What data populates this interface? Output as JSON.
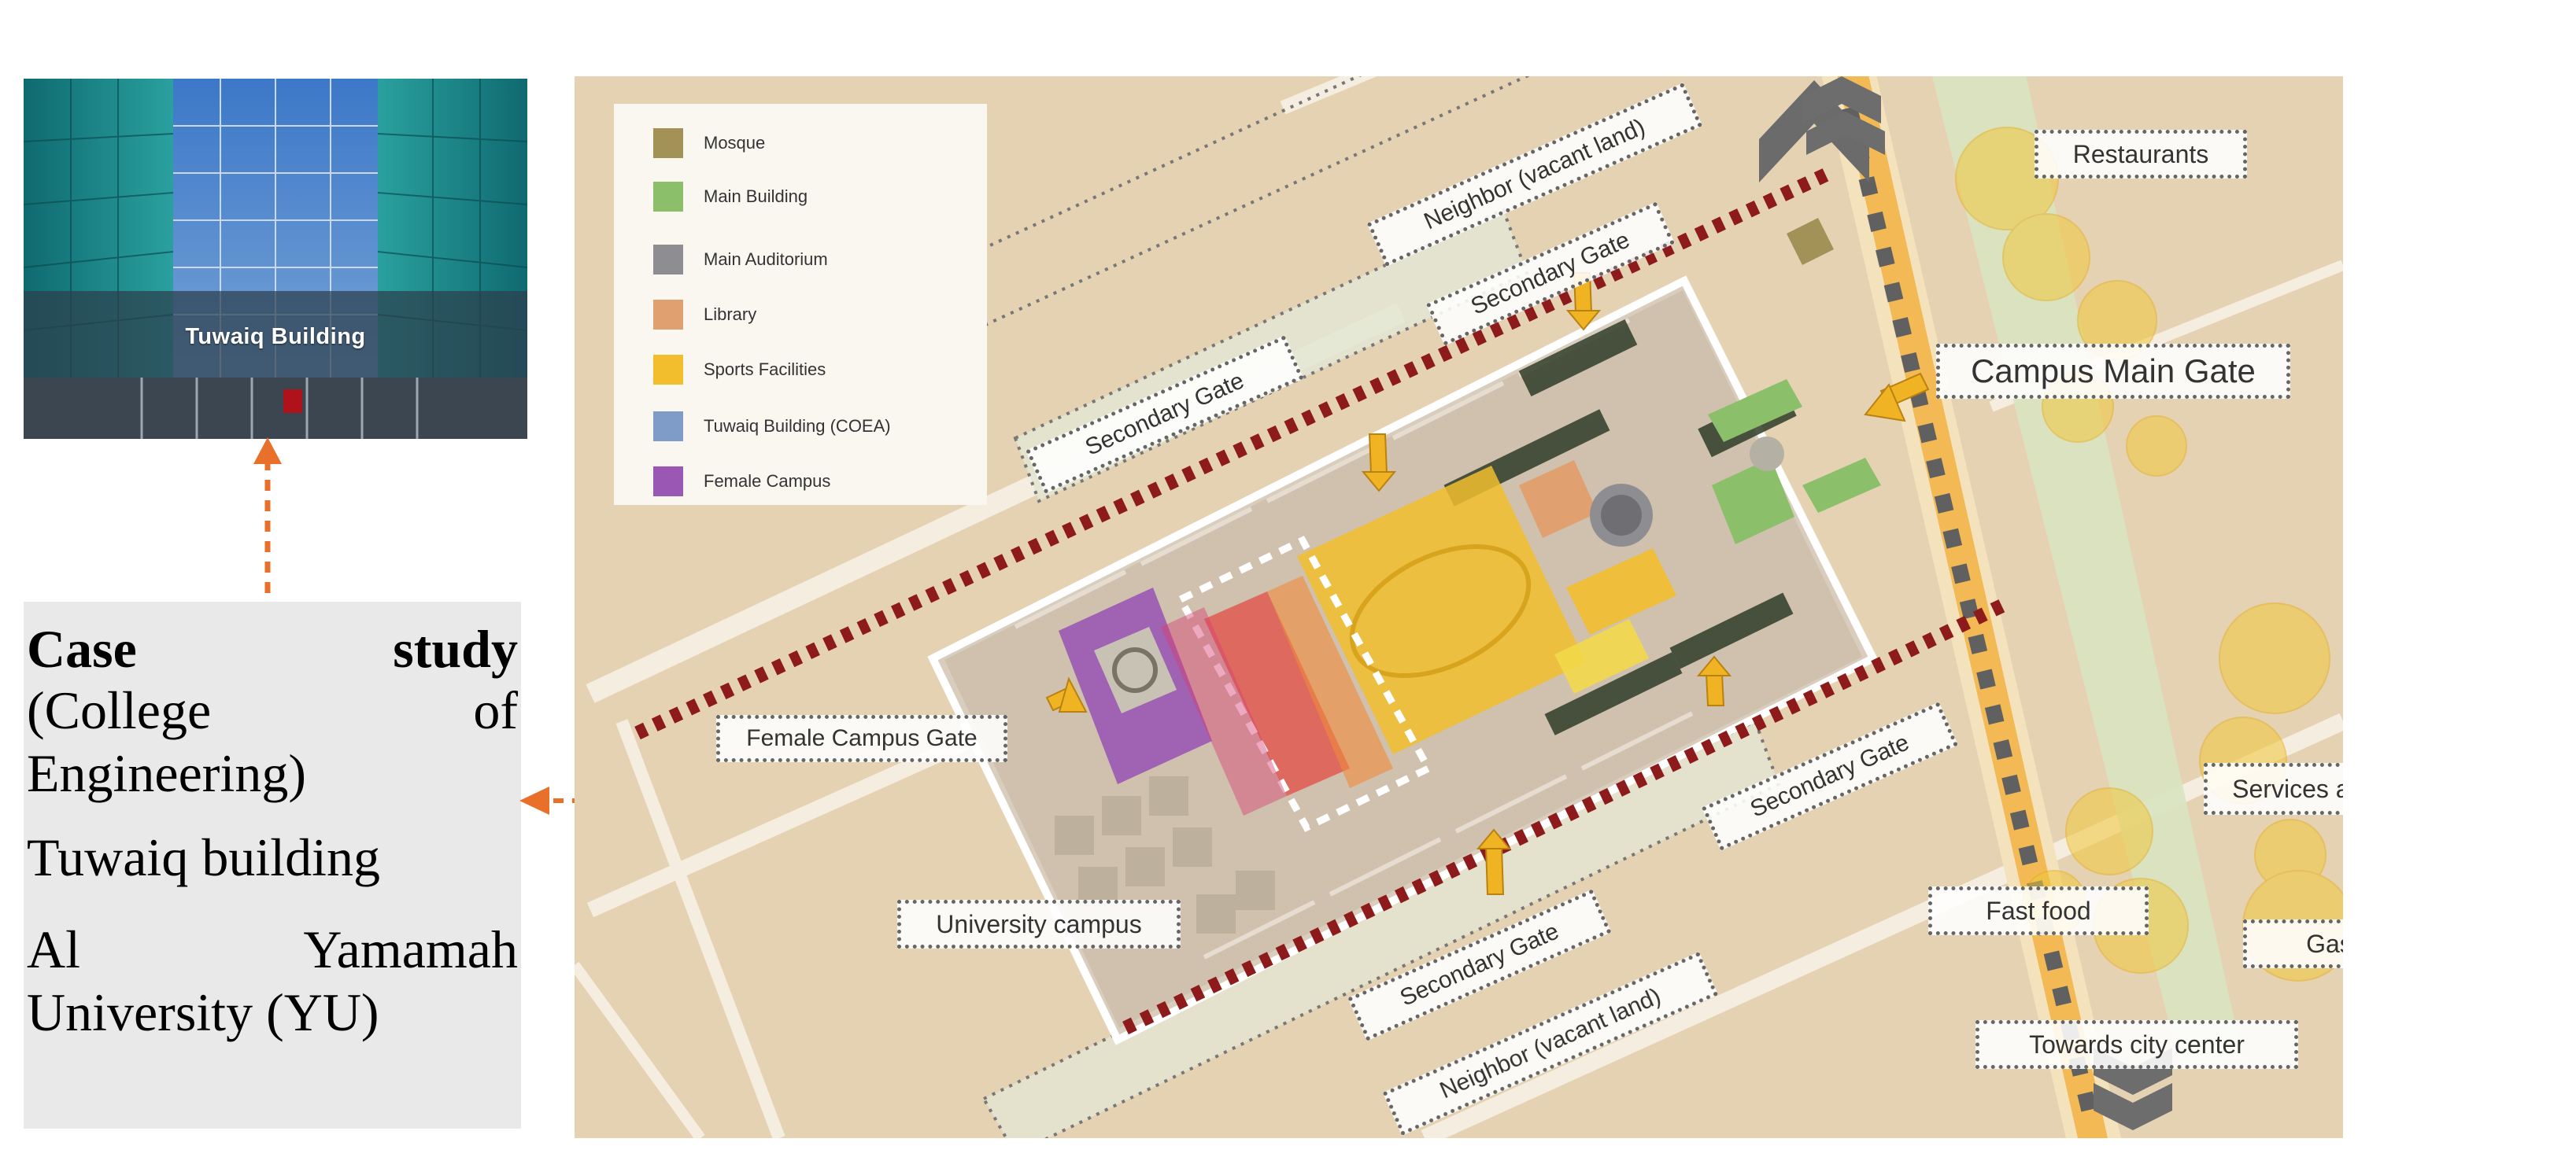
{
  "photo": {
    "label": "Tuwaiq Building"
  },
  "case_study": {
    "title_left": "Case",
    "title_right": "study",
    "subtitle_left": "(College",
    "subtitle_right": "of",
    "subtitle_2": "Engineering)",
    "line3": "Tuwaiq building",
    "line4_left": "Al",
    "line4_right": "Yamamah",
    "line5": "University (YU)"
  },
  "legend": {
    "items": [
      {
        "label": "Mosque",
        "color": "#a39258"
      },
      {
        "label": "Main Building",
        "color": "#8bbf6a"
      },
      {
        "label": "Main Auditorium",
        "color": "#8e8e92"
      },
      {
        "label": "Library",
        "color": "#e0a070"
      },
      {
        "label": "Sports Facilities",
        "color": "#f2be2e"
      },
      {
        "label": "Tuwaiq Building (COEA)",
        "color": "#7f9cc9"
      },
      {
        "label": "Female Campus",
        "color": "#9a58b4"
      }
    ]
  },
  "map_labels": {
    "neighbor_top": "Neighbor (vacant land)",
    "neighbor_bottom": "Neighbor (vacant land)",
    "secondary_gate_1": "Secondary Gate",
    "secondary_gate_2": "Secondary Gate",
    "secondary_gate_3": "Secondary Gate",
    "secondary_gate_4": "Secondary Gate",
    "campus_main_gate": "Campus Main Gate",
    "restaurants": "Restaurants",
    "female_campus_gate": "Female Campus Gate",
    "university_campus": "University campus",
    "services": "Services and facilities",
    "fast_food": "Fast food",
    "gas_station": "Gas station",
    "towards_city": "Towards city center"
  },
  "colors": {
    "map_background": "#e5d2b3",
    "road": "#f5ede0",
    "campus_ground": "#d9cdbd",
    "boundary_dash": "#8e1b1b",
    "arrow_orange": "#e8702a",
    "gate_arrow": "#f0b323",
    "main_road": "#f2b955",
    "green_strip": "#d8e3c1",
    "zone_circle": "#f0c83c",
    "tuwaiq_highlight": "#e8302a"
  }
}
